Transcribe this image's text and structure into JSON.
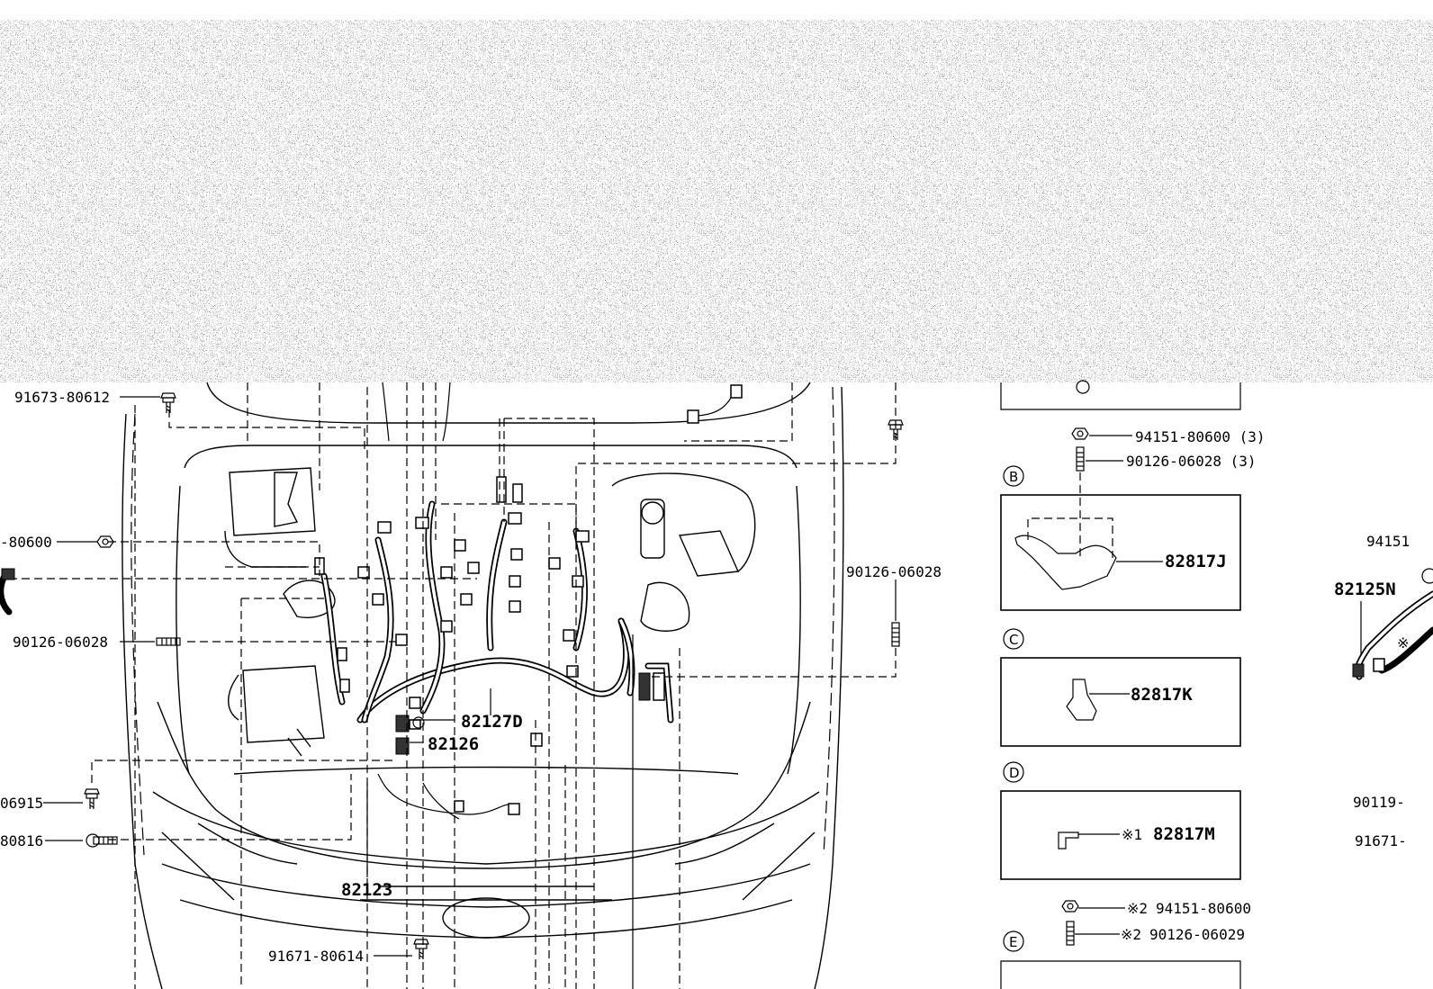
{
  "diagram": {
    "main_labels": {
      "l1": "91673-80612",
      "l2": "-80600",
      "l3": "90126-06028",
      "l4": "90126-06028",
      "l5": "06915",
      "l6": "80816",
      "l7": "82127D",
      "l8": "82126",
      "l9": "82123",
      "l10": "91671-80614"
    },
    "sections": {
      "b": "B",
      "c": "C",
      "d": "D",
      "e": "E"
    },
    "detail_labels": {
      "nut_b": "94151-80600 (3)",
      "stud_b": "90126-06028 (3)",
      "part_b": "82817J",
      "part_c": "82817K",
      "part_d_mark": "※1",
      "part_d": "82817M",
      "nut_e_mark": "※2",
      "nut_e": "94151-80600",
      "stud_e_mark": "※2",
      "stud_e": "90126-06029"
    },
    "right_labels": {
      "r1": "94151",
      "r2": "82125N",
      "r3_mark": "※",
      "r4": "90119-",
      "r5": "91671-"
    }
  }
}
